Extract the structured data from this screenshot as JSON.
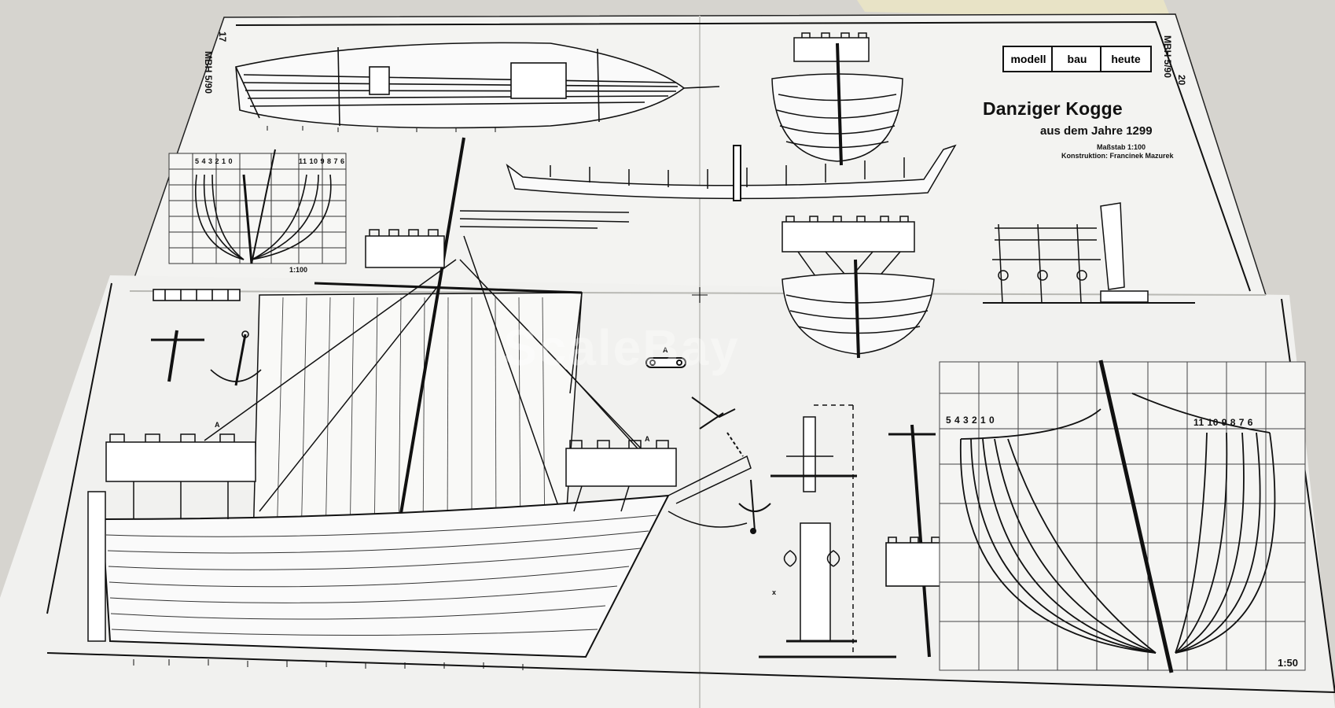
{
  "brand": {
    "word1": "modell",
    "word2": "bau",
    "word3": "heute"
  },
  "title": "Danziger Kogge",
  "subtitle": "aus dem Jahre 1299",
  "scale_note": "Maßstab 1:100",
  "construction": "Konstruktion: Francinek Mazurek",
  "page_left": "17",
  "page_right": "20",
  "issue_left": "MBH 5/90",
  "issue_right": "MBH 5/90",
  "small_plan_scale": "1:100",
  "big_plan_scale": "1:50",
  "frames_left_small": "5 4 3 2 1 0",
  "frames_right_small": "11 10 9 8 7 6",
  "frames_left_big": "5 4 3 2 1 0",
  "frames_right_big": "11 10 9 8 7 6",
  "marker_a": "A",
  "marker_x": "x",
  "watermark": "ScaleBay",
  "colors": {
    "paper": "#f4f4f2",
    "ink": "#111111",
    "table": "#d9d7d2"
  }
}
